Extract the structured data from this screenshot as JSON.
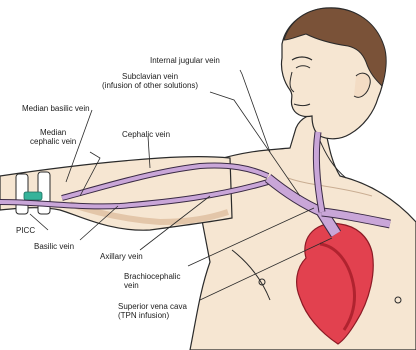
{
  "labels": {
    "internal_jugular": "Internal jugular vein",
    "subclavian_line1": "Subclavian vein",
    "subclavian_line2": "(infusion of other solutions)",
    "median_basilic": "Median basilic vein",
    "median_cephalic_line1": "Median",
    "median_cephalic_line2": "cephalic vein",
    "cephalic": "Cephalic vein",
    "picc": "PICC",
    "basilic": "Basilic vein",
    "axillary": "Axillary vein",
    "brachiocephalic_line1": "Brachiocephalic",
    "brachiocephalic_line2": "vein",
    "svc_line1": "Superior vena cava",
    "svc_line2": "(TPN infusion)"
  },
  "colors": {
    "vein_fill": "#c9a6d8",
    "vein_outline": "#3a2a44",
    "heart": "#e2414f",
    "heart_dark": "#b0232f",
    "skin": "#f6e6d2",
    "shading": "#e3c6a9",
    "hair": "#6b4a33",
    "line": "#2a2a2a",
    "catheter_hub": "#36b39a"
  }
}
